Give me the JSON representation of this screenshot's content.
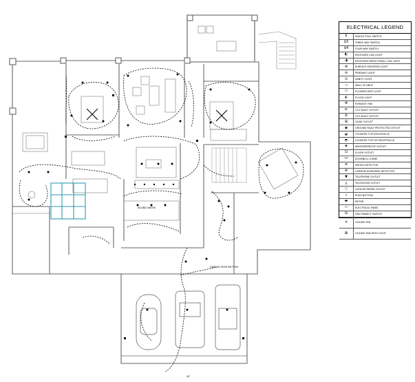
{
  "legend": {
    "title": "ELECTRICAL LEGEND",
    "items": [
      {
        "icon": "single-pole-switch-icon",
        "symbol": "$",
        "label": "SINGLE POLE SWITCH"
      },
      {
        "icon": "three-way-switch-icon",
        "symbol": "$3",
        "label": "THREE WAY SWITCH"
      },
      {
        "icon": "four-way-switch-icon",
        "symbol": "$4",
        "label": "FOUR WAY SWITCH"
      },
      {
        "icon": "recessed-can-light-icon",
        "symbol": "◐",
        "label": "RECESSED CAN LIGHT"
      },
      {
        "icon": "directional-can-light-icon",
        "symbol": "◑",
        "label": "RECESSED DIRECTIONAL CAN LIGHT"
      },
      {
        "icon": "surface-light-icon",
        "symbol": "⊕",
        "label": "SURFACE MOUNTED LIGHT"
      },
      {
        "icon": "pendant-light-icon",
        "symbol": "⊖",
        "label": "PENDANT LIGHT"
      },
      {
        "icon": "vanity-light-icon",
        "symbol": "⊙",
        "label": "VANITY LIGHT"
      },
      {
        "icon": "wall-sconce-icon",
        "symbol": "⊸",
        "label": "WALL SCONCE"
      },
      {
        "icon": "fluorescent-light-icon",
        "symbol": "▭",
        "label": "FLOURESCENT LIGHT"
      },
      {
        "icon": "flood-light-icon",
        "symbol": "◭",
        "label": "FLOOD LIGHT"
      },
      {
        "icon": "exhaust-fan-icon",
        "symbol": "⊗",
        "label": "EXHAUST FAN"
      },
      {
        "icon": "outlet-110v-icon",
        "symbol": "⦶",
        "label": "110 VAULT OUTLET"
      },
      {
        "icon": "outlet-220v-icon",
        "symbol": "⦷",
        "label": "220 VAULT OUTLET"
      },
      {
        "icon": "quad-outlet-icon",
        "symbol": "⊞",
        "label": "QUAD OUTLET"
      },
      {
        "icon": "gfci-outlet-icon",
        "symbol": "◉",
        "label": "GROUND FAULT PROTECTED OUTLET"
      },
      {
        "icon": "counter-receptacle-icon",
        "symbol": "◒",
        "label": "COUNTER TOP RECEPTACLE"
      },
      {
        "icon": "counter-gfi-receptacle-icon",
        "symbol": "◓",
        "label": "COUNTER TOP GFI RECEPTACLE"
      },
      {
        "icon": "weatherproof-outlet-icon",
        "symbol": "◈",
        "label": "WEATHERPROOF OUTLET"
      },
      {
        "icon": "floor-outlet-icon",
        "symbol": "⊡",
        "label": "FLOOR OUTLET"
      },
      {
        "icon": "doorbell-chime-icon",
        "symbol": "⊶",
        "label": "DOORBELL CHIME"
      },
      {
        "icon": "smoke-detector-icon",
        "symbol": "⊚",
        "label": "SMOKE DETECTOR"
      },
      {
        "icon": "co-detector-icon",
        "symbol": "⊛",
        "label": "CARBON MONOXIDE DETECTOR"
      },
      {
        "icon": "telephone-outlet-icon",
        "symbol": "▼",
        "label": "TELEPHONE OUTLET"
      },
      {
        "icon": "television-outlet-icon",
        "symbol": "◬",
        "label": "TELEVISION OUTLET"
      },
      {
        "icon": "cat-outlet-icon",
        "symbol": "▽",
        "label": "CAT6 NETWORK OUTLET"
      },
      {
        "icon": "push-button-icon",
        "symbol": "•",
        "label": "PUSH BUTTON"
      },
      {
        "icon": "meter-icon",
        "symbol": "▬",
        "label": "METER"
      },
      {
        "icon": "electrical-panel-icon",
        "symbol": "▭",
        "label": "ELECTRICAL PANEL"
      },
      {
        "icon": "disconnect-switch-icon",
        "symbol": "⊟",
        "label": "DISCONNECT SWITCH"
      },
      {
        "icon": "ceiling-fan-icon",
        "symbol": "✕",
        "label": "CEILING FAN",
        "tall": true
      },
      {
        "icon": "ceiling-fan-light-icon",
        "symbol": "⊠",
        "label": "CEILING FAN WITH LIGHT",
        "tall": true
      }
    ]
  },
  "plan": {
    "garage_note": "GARAGE PUSH BUTTON",
    "island_note": "ISLAND ABOVE",
    "bottom_note": "40'"
  }
}
